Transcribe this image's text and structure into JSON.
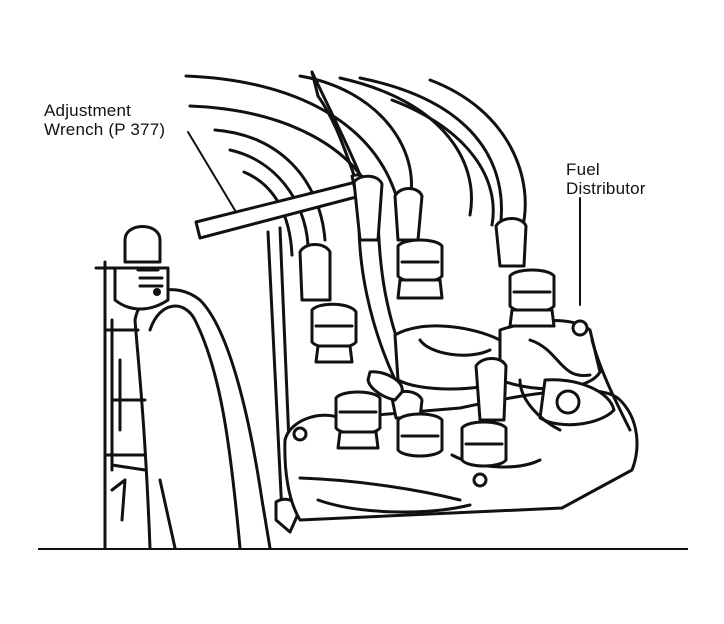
{
  "labels": {
    "adjustment_wrench": [
      "Adjustment",
      "Wrench (P 377)"
    ],
    "fuel_distributor": [
      "Fuel",
      "Distributor"
    ]
  }
}
